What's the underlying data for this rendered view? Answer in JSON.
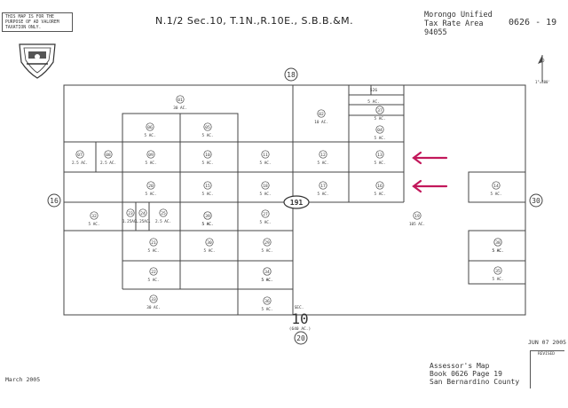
{
  "header": {
    "disclaimer": "THIS MAP IS FOR THE PURPOSE OF AD VALOREM TAXATION ONLY.",
    "title": "N.1/2 Sec.10, T.1N.,R.10E., S.B.B.&M.",
    "district_lines": [
      "Morongo Unified",
      "Tax Rate Area",
      "94055"
    ],
    "map_number": "0626 - 19"
  },
  "section": {
    "number": "10",
    "label": "SEC.",
    "area": "(640 AC.)"
  },
  "adjacent_sections": [
    {
      "id": "north",
      "label": "18"
    },
    {
      "id": "west",
      "label": "16"
    },
    {
      "id": "east",
      "label": "30"
    },
    {
      "id": "south",
      "label": "20"
    }
  ],
  "road_marker": "191",
  "parcels": [
    {
      "num": "01",
      "acres": "30 AC."
    },
    {
      "num": "02",
      "acres": "10 AC."
    },
    {
      "num": "03",
      "acres": "5 AC."
    },
    {
      "num": "04",
      "acres": "5 AC."
    },
    {
      "num": "05",
      "acres": "5 AC."
    },
    {
      "num": "06",
      "acres": "5 AC."
    },
    {
      "num": "07",
      "acres": "2.5 AC."
    },
    {
      "num": "08",
      "acres": "2.5 AC."
    },
    {
      "num": "09",
      "acres": "5 AC."
    },
    {
      "num": "10",
      "acres": "5 AC."
    },
    {
      "num": "11",
      "acres": "5 AC."
    },
    {
      "num": "12",
      "acres": "5 AC."
    },
    {
      "num": "13",
      "acres": "5 AC."
    },
    {
      "num": "14",
      "acres": "5 AC."
    },
    {
      "num": "15",
      "acres": "5 AC."
    },
    {
      "num": "16",
      "acres": "5 AC."
    },
    {
      "num": "17",
      "acres": "5 AC."
    },
    {
      "num": "18",
      "acres": "5 AC."
    },
    {
      "num": "19",
      "acres": "105 AC."
    },
    {
      "num": "20",
      "acres": "5 AC."
    },
    {
      "num": "21",
      "acres": "5 AC."
    },
    {
      "num": "22",
      "acres": "5 AC."
    },
    {
      "num": "23",
      "acres": "1.25AC."
    },
    {
      "num": "24",
      "acres": "1.25AC."
    },
    {
      "num": "25",
      "acres": "2.5 AC."
    },
    {
      "num": "26",
      "acres": "5 AC."
    },
    {
      "num": "27",
      "acres": "5 AC."
    },
    {
      "num": "28",
      "acres": "5 AC."
    },
    {
      "num": "29",
      "acres": "5 AC."
    },
    {
      "num": "30",
      "acres": "5 AC."
    },
    {
      "num": "31",
      "acres": "5 AC."
    },
    {
      "num": "32",
      "acres": "5 AC."
    },
    {
      "num": "33",
      "acres": "30 AC."
    },
    {
      "num": "34",
      "acres": "5 AC."
    },
    {
      "num": "35",
      "acres": "5 AC."
    },
    {
      "num": "36",
      "acres": "5 AC."
    },
    {
      "num": "37",
      "acres": ""
    },
    {
      "num": "38",
      "acres": "5 AC."
    },
    {
      "num": "39",
      "acres": "5 AC."
    }
  ],
  "top_strip": {
    "num": "526",
    "acres": "5 AC."
  },
  "annotations": {
    "arrow_color": "#c2185b"
  },
  "footer": {
    "date": "March 2005",
    "stamp": "JUN 07 2005",
    "revised_label": "REVISED",
    "assessor_lines": [
      "Assessor's Map",
      "Book 0626 Page 19",
      "San Bernardino County"
    ]
  },
  "north_arrow": {
    "scale": "1\"=400'"
  }
}
